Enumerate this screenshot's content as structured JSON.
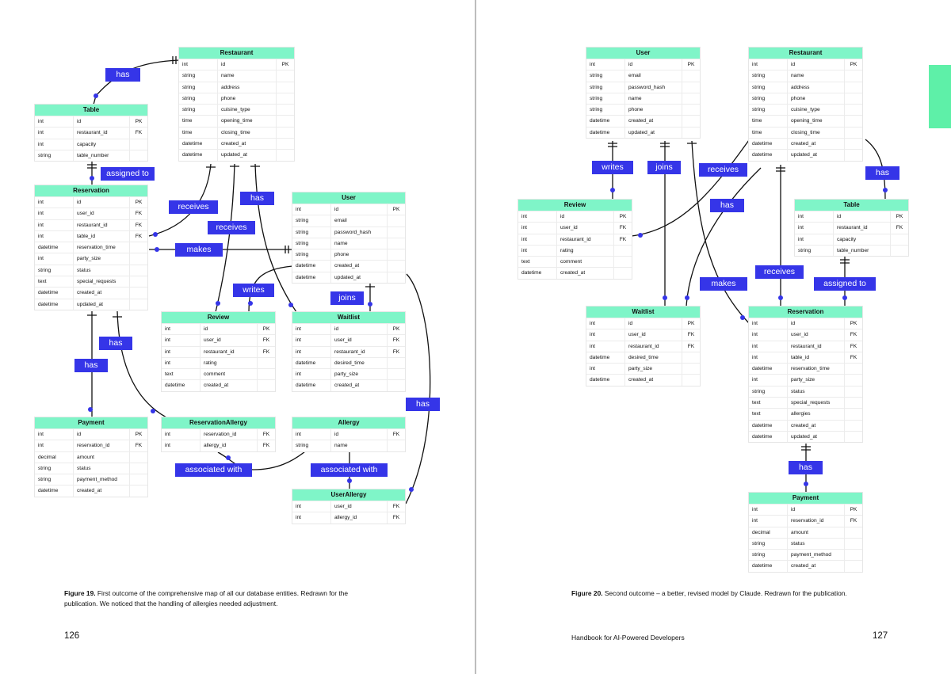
{
  "colors": {
    "header": "#7ff5c8",
    "relation": "#3535e8",
    "accent_tab": "#5ef0a8"
  },
  "left": {
    "entities": [
      {
        "name": "Restaurant",
        "rows": [
          [
            "int",
            "id",
            "PK"
          ],
          [
            "string",
            "name",
            ""
          ],
          [
            "string",
            "address",
            ""
          ],
          [
            "string",
            "phone",
            ""
          ],
          [
            "string",
            "cuisine_type",
            ""
          ],
          [
            "time",
            "opening_time",
            ""
          ],
          [
            "time",
            "closing_time",
            ""
          ],
          [
            "datetime",
            "created_at",
            ""
          ],
          [
            "datetime",
            "updated_at",
            ""
          ]
        ]
      },
      {
        "name": "Table",
        "rows": [
          [
            "int",
            "id",
            "PK"
          ],
          [
            "int",
            "restaurant_id",
            "FK"
          ],
          [
            "int",
            "capacity",
            ""
          ],
          [
            "string",
            "table_number",
            ""
          ]
        ]
      },
      {
        "name": "Reservation",
        "rows": [
          [
            "int",
            "id",
            "PK"
          ],
          [
            "int",
            "user_id",
            "FK"
          ],
          [
            "int",
            "restaurant_id",
            "FK"
          ],
          [
            "int",
            "table_id",
            "FK"
          ],
          [
            "datetime",
            "reservation_time",
            ""
          ],
          [
            "int",
            "party_size",
            ""
          ],
          [
            "string",
            "status",
            ""
          ],
          [
            "text",
            "special_requests",
            ""
          ],
          [
            "datetime",
            "created_at",
            ""
          ],
          [
            "datetime",
            "updated_at",
            ""
          ]
        ]
      },
      {
        "name": "User",
        "rows": [
          [
            "int",
            "id",
            "PK"
          ],
          [
            "string",
            "email",
            ""
          ],
          [
            "string",
            "password_hash",
            ""
          ],
          [
            "string",
            "name",
            ""
          ],
          [
            "string",
            "phone",
            ""
          ],
          [
            "datetime",
            "created_at",
            ""
          ],
          [
            "datetime",
            "updated_at",
            ""
          ]
        ]
      },
      {
        "name": "Review",
        "rows": [
          [
            "int",
            "id",
            "PK"
          ],
          [
            "int",
            "user_id",
            "FK"
          ],
          [
            "int",
            "restaurant_id",
            "FK"
          ],
          [
            "int",
            "rating",
            ""
          ],
          [
            "text",
            "comment",
            ""
          ],
          [
            "datetime",
            "created_at",
            ""
          ]
        ]
      },
      {
        "name": "Waitlist",
        "rows": [
          [
            "int",
            "id",
            "PK"
          ],
          [
            "int",
            "user_id",
            "FK"
          ],
          [
            "int",
            "restaurant_id",
            "FK"
          ],
          [
            "datetime",
            "desired_time",
            ""
          ],
          [
            "int",
            "party_size",
            ""
          ],
          [
            "datetime",
            "created_at",
            ""
          ]
        ]
      },
      {
        "name": "Payment",
        "rows": [
          [
            "int",
            "id",
            "PK"
          ],
          [
            "int",
            "reservation_id",
            "FK"
          ],
          [
            "decimal",
            "amount",
            ""
          ],
          [
            "string",
            "status",
            ""
          ],
          [
            "string",
            "payment_method",
            ""
          ],
          [
            "datetime",
            "created_at",
            ""
          ]
        ]
      },
      {
        "name": "ReservationAllergy",
        "rows": [
          [
            "int",
            "reservation_id",
            "FK"
          ],
          [
            "int",
            "allergy_id",
            "FK"
          ]
        ]
      },
      {
        "name": "Allergy",
        "rows": [
          [
            "int",
            "id",
            "FK"
          ],
          [
            "string",
            "name",
            ""
          ]
        ]
      },
      {
        "name": "UserAllergy",
        "rows": [
          [
            "int",
            "user_id",
            "FK"
          ],
          [
            "int",
            "allergy_id",
            "FK"
          ]
        ]
      }
    ],
    "relations": [
      "has",
      "assigned to",
      "receives",
      "receives",
      "makes",
      "has",
      "writes",
      "joins",
      "has",
      "has",
      "has",
      "associated with",
      "associated with"
    ],
    "caption_label": "Figure 19.",
    "caption_text": " First outcome of the comprehensive map of all our database entities. Redrawn for the publication. We noticed that the handling of allergies needed adjustment.",
    "page_number": "126"
  },
  "right": {
    "entities": [
      {
        "name": "User",
        "rows": [
          [
            "int",
            "id",
            "PK"
          ],
          [
            "string",
            "email",
            ""
          ],
          [
            "string",
            "password_hash",
            ""
          ],
          [
            "string",
            "name",
            ""
          ],
          [
            "string",
            "phone",
            ""
          ],
          [
            "datetime",
            "created_at",
            ""
          ],
          [
            "datetime",
            "updated_at",
            ""
          ]
        ]
      },
      {
        "name": "Restaurant",
        "rows": [
          [
            "int",
            "id",
            "PK"
          ],
          [
            "string",
            "name",
            ""
          ],
          [
            "string",
            "address",
            ""
          ],
          [
            "string",
            "phone",
            ""
          ],
          [
            "string",
            "cuisine_type",
            ""
          ],
          [
            "time",
            "opening_time",
            ""
          ],
          [
            "time",
            "closing_time",
            ""
          ],
          [
            "datetime",
            "created_at",
            ""
          ],
          [
            "datetime",
            "updated_at",
            ""
          ]
        ]
      },
      {
        "name": "Review",
        "rows": [
          [
            "int",
            "id",
            "PK"
          ],
          [
            "int",
            "user_id",
            "FK"
          ],
          [
            "int",
            "restaurant_id",
            "FK"
          ],
          [
            "int",
            "rating",
            ""
          ],
          [
            "text",
            "comment",
            ""
          ],
          [
            "datetime",
            "created_at",
            ""
          ]
        ]
      },
      {
        "name": "Table",
        "rows": [
          [
            "int",
            "id",
            "PK"
          ],
          [
            "int",
            "restaurant_id",
            "FK"
          ],
          [
            "int",
            "capacity",
            ""
          ],
          [
            "string",
            "table_number",
            ""
          ]
        ]
      },
      {
        "name": "Waitlist",
        "rows": [
          [
            "int",
            "id",
            "PK"
          ],
          [
            "int",
            "user_id",
            "FK"
          ],
          [
            "int",
            "restaurant_id",
            "FK"
          ],
          [
            "datetime",
            "desired_time",
            ""
          ],
          [
            "int",
            "party_size",
            ""
          ],
          [
            "datetime",
            "created_at",
            ""
          ]
        ]
      },
      {
        "name": "Reservation",
        "rows": [
          [
            "int",
            "id",
            "PK"
          ],
          [
            "int",
            "user_id",
            "FK"
          ],
          [
            "int",
            "restaurant_id",
            "FK"
          ],
          [
            "int",
            "table_id",
            "FK"
          ],
          [
            "datetime",
            "reservation_time",
            ""
          ],
          [
            "int",
            "party_size",
            ""
          ],
          [
            "string",
            "status",
            ""
          ],
          [
            "text",
            "special_requests",
            ""
          ],
          [
            "text",
            "allergies",
            ""
          ],
          [
            "datetime",
            "created_at",
            ""
          ],
          [
            "datetime",
            "updated_at",
            ""
          ]
        ]
      },
      {
        "name": "Payment",
        "rows": [
          [
            "int",
            "id",
            "PK"
          ],
          [
            "int",
            "reservation_id",
            "FK"
          ],
          [
            "decimal",
            "amount",
            ""
          ],
          [
            "string",
            "status",
            ""
          ],
          [
            "string",
            "payment_method",
            ""
          ],
          [
            "datetime",
            "created_at",
            ""
          ]
        ]
      }
    ],
    "relations": [
      "writes",
      "joins",
      "receives",
      "has",
      "has",
      "makes",
      "receives",
      "assigned to",
      "has"
    ],
    "caption_label": "Figure 20.",
    "caption_text": " Second outcome – a better, revised model by Claude. Redrawn for the publication.",
    "footer_title": "Handbook for AI-Powered Developers",
    "page_number": "127"
  }
}
